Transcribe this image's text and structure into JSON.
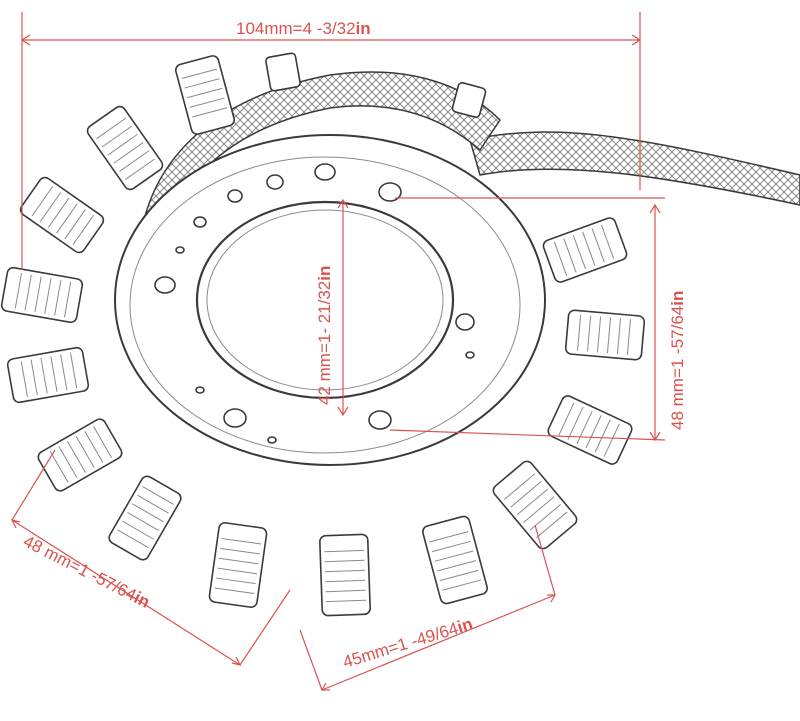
{
  "diagram": {
    "colors": {
      "dimension": "#d9534f",
      "sketch": "#3a3a3a",
      "sketch_light": "#8a8a8a"
    },
    "dimensions": {
      "outer_width": {
        "value": "104mm=4 -3/32",
        "unit": "in"
      },
      "inner_bore": {
        "value": "42 mm=1- 21/32",
        "unit": "in"
      },
      "height_right": {
        "value": "48 mm=1 -57/64",
        "unit": "in"
      },
      "height_left": {
        "value": "48 mm=1 -57/64",
        "unit": "in"
      },
      "pitch": {
        "value": "45mm=1 -49/64",
        "unit": "in"
      }
    }
  }
}
